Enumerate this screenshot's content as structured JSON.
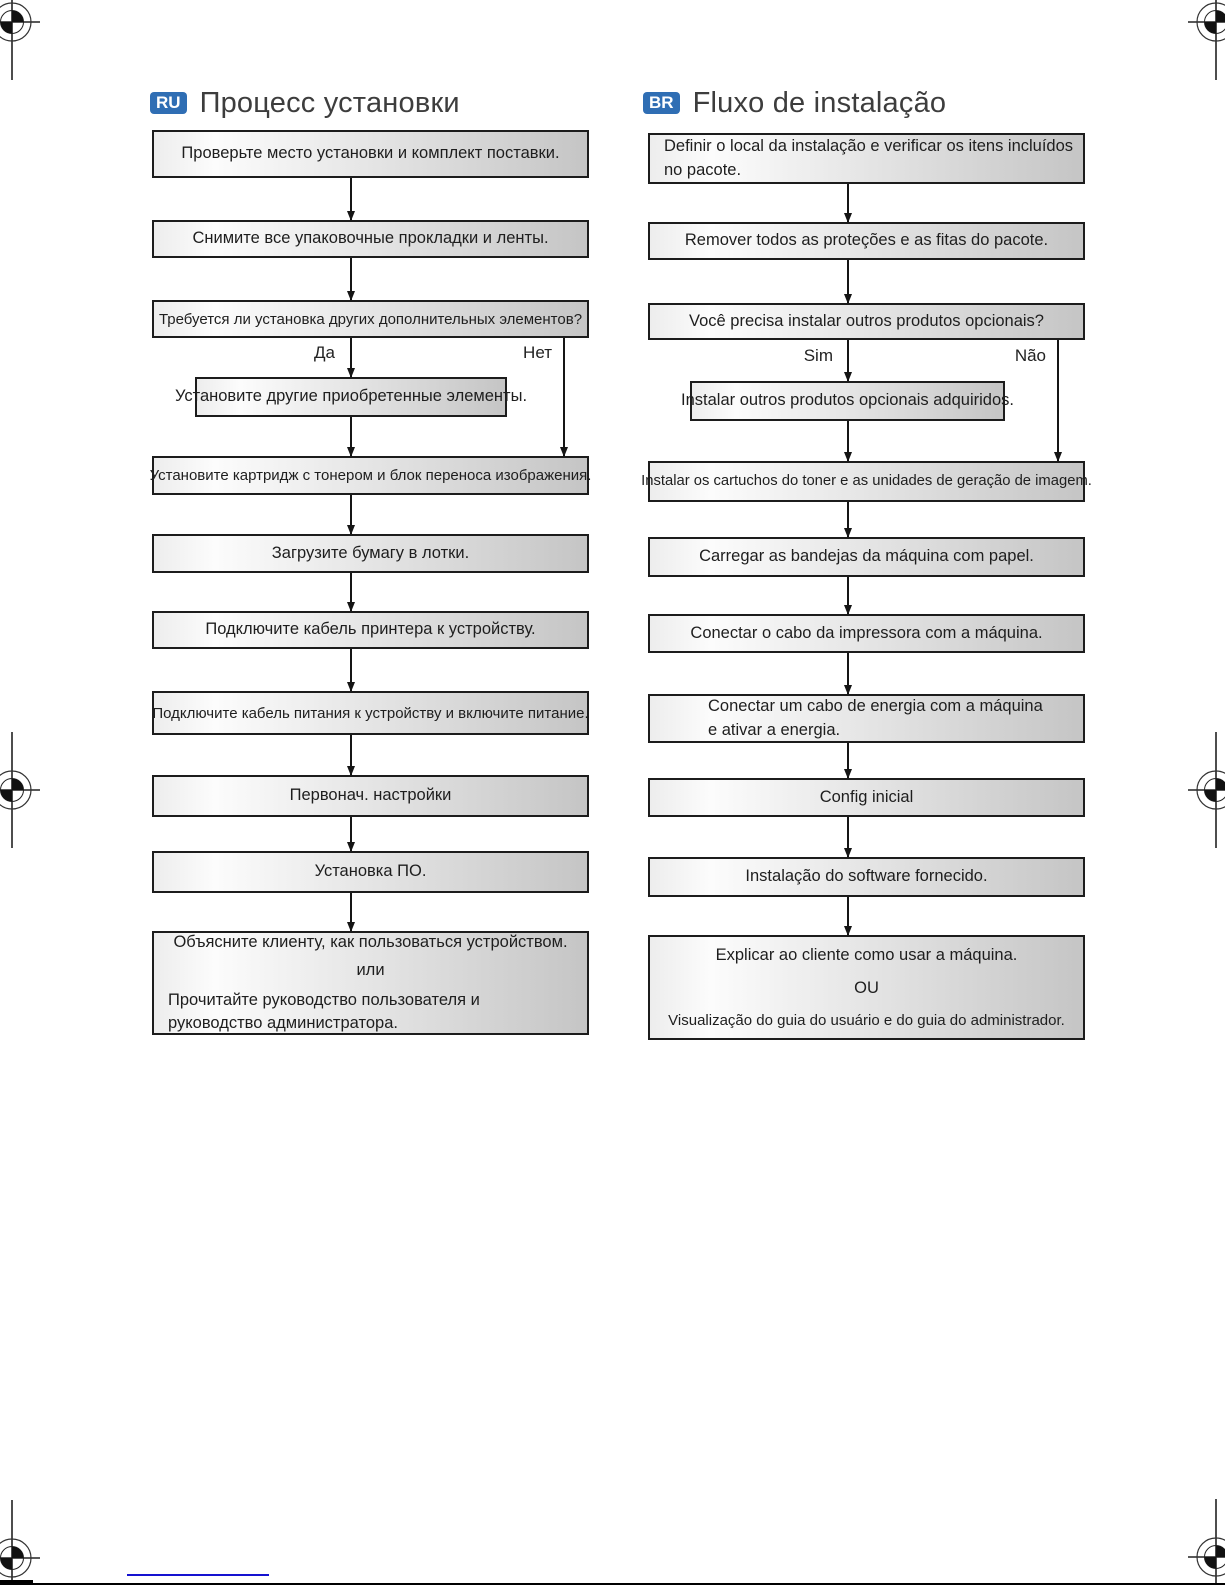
{
  "ru": {
    "badge": "RU",
    "title": "Процесс установки",
    "branch_yes": "Да",
    "branch_no": "Нет",
    "steps": [
      {
        "lines": [
          "Проверьте место установки и комплект поставки."
        ]
      },
      {
        "lines": [
          "Снимите все упаковочные прокладки и ленты."
        ]
      },
      {
        "lines": [
          "Требуется ли установка других дополнительных элементов?"
        ]
      },
      {
        "lines": [
          "Установите другие приобретенные элементы."
        ]
      },
      {
        "lines": [
          "Установите картридж с тонером и блок переноса изображения."
        ]
      },
      {
        "lines": [
          "Загрузите бумагу в лотки."
        ]
      },
      {
        "lines": [
          "Подключите кабель принтера к устройству."
        ]
      },
      {
        "lines": [
          "Подключите кабель питания к устройству и включите питание."
        ]
      },
      {
        "lines": [
          "Первонач. настройки"
        ]
      },
      {
        "lines": [
          "Установка ПО."
        ]
      }
    ],
    "final": {
      "line1": "Объясните клиенту, как пользоваться устройством.",
      "connector": "или",
      "line2": "Прочитайте руководство пользователя и руководство администратора."
    }
  },
  "br": {
    "badge": "BR",
    "title": "Fluxo de instalação",
    "branch_yes": "Sim",
    "branch_no": "Não",
    "steps": [
      {
        "lines": [
          "Definir o local da instalação e verificar os itens incluídos",
          "no pacote."
        ]
      },
      {
        "lines": [
          "Remover todos as proteções e as fitas do pacote."
        ]
      },
      {
        "lines": [
          "Você precisa instalar outros produtos opcionais?"
        ]
      },
      {
        "lines": [
          "Instalar outros produtos opcionais adquiridos."
        ]
      },
      {
        "lines": [
          "Instalar os cartuchos do toner e as unidades de geração de imagem."
        ]
      },
      {
        "lines": [
          "Carregar as bandejas da máquina com papel."
        ]
      },
      {
        "lines": [
          "Conectar o cabo da impressora com a máquina."
        ]
      },
      {
        "lines": [
          "Conectar um cabo de energia com a máquina",
          "e ativar a energia."
        ]
      },
      {
        "lines": [
          "Config inicial"
        ]
      },
      {
        "lines": [
          "Instalação do software fornecido."
        ]
      }
    ],
    "final": {
      "line1": "Explicar ao cliente como usar a máquina.",
      "connector": "OU",
      "line2": "Visualização do guia do usuário e do guia do administrador."
    }
  },
  "colors": {
    "badge_blue": "#2f6eb4",
    "footer_blue_line": "#1512d0"
  }
}
